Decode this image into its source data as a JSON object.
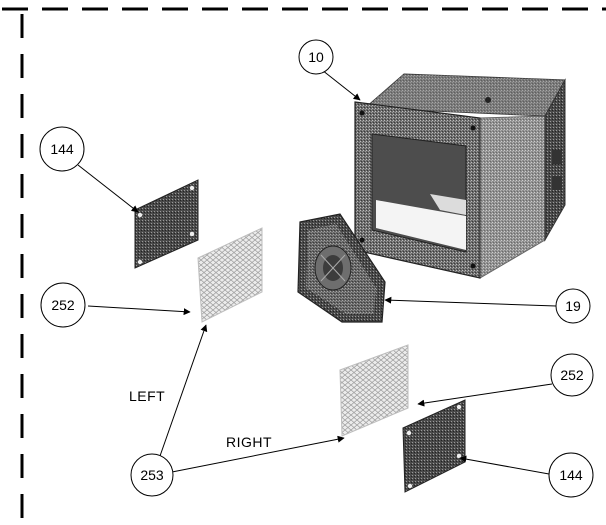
{
  "callouts": {
    "c10": "10",
    "c144_top": "144",
    "c252_left": "252",
    "c19": "19",
    "c252_right": "252",
    "c253": "253",
    "c144_bottom": "144"
  },
  "labels": {
    "left": "LEFT",
    "right": "RIGHT"
  },
  "colors": {
    "line": "#000000",
    "part_dark": "#555555",
    "part_mid": "#7a7a7a",
    "part_light": "#a8a8a8",
    "filter": "#d4d4d4"
  }
}
